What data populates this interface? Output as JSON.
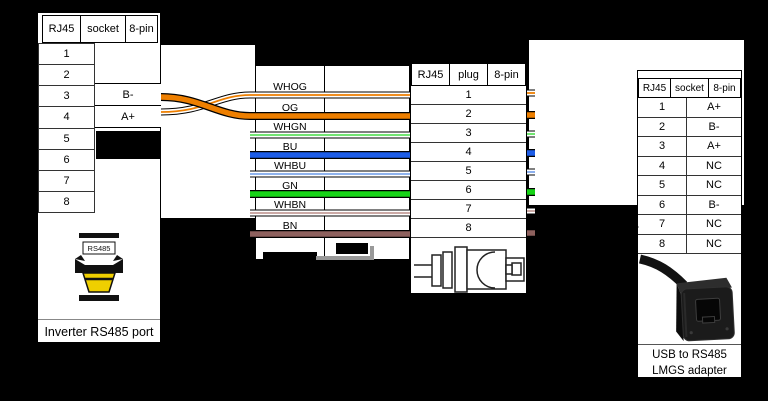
{
  "colors": {
    "background": "#000000",
    "panel": "#ffffff",
    "orange": "#EE7F00",
    "blue": "#1D5DE8",
    "green": "#17D417",
    "green_light": "#5FE35F",
    "blue_light": "#7FA8EC",
    "brown": "#8E615E",
    "brown_light": "#C49E9A",
    "yellow": "#EFCF00",
    "white": "#FFFFFF",
    "black": "#000000",
    "gray": "#999999"
  },
  "inverter": {
    "header": [
      "RJ45",
      "socket",
      "8-pin"
    ],
    "rows": [
      {
        "pin": "1",
        "value": ""
      },
      {
        "pin": "2",
        "value": ""
      },
      {
        "pin": "3",
        "value": "B-"
      },
      {
        "pin": "4",
        "value": "A+"
      },
      {
        "pin": "5",
        "value": ""
      },
      {
        "pin": "6",
        "value": ""
      },
      {
        "pin": "7",
        "value": ""
      },
      {
        "pin": "8",
        "value": ""
      }
    ],
    "port_label": "RS485",
    "caption": "Inverter RS485 port"
  },
  "cable": {
    "wires": [
      {
        "label": "WHOG",
        "type": "striped",
        "color": "orange"
      },
      {
        "label": "OG",
        "type": "solid",
        "color": "orange"
      },
      {
        "label": "WHGN",
        "type": "striped",
        "color": "green_light"
      },
      {
        "label": "BU",
        "type": "solid",
        "color": "blue"
      },
      {
        "label": "WHBU",
        "type": "striped",
        "color": "blue_light"
      },
      {
        "label": "GN",
        "type": "solid",
        "color": "green"
      },
      {
        "label": "WHBN",
        "type": "striped",
        "color": "brown_light"
      },
      {
        "label": "BN",
        "type": "solid",
        "color": "brown"
      }
    ]
  },
  "plug": {
    "header": [
      "RJ45",
      "plug",
      "8-pin"
    ],
    "pins": [
      "1",
      "2",
      "3",
      "4",
      "5",
      "6",
      "7",
      "8"
    ]
  },
  "adapter": {
    "header": [
      "RJ45",
      "socket",
      "8-pin"
    ],
    "rows": [
      {
        "pin": "1",
        "value": "A+"
      },
      {
        "pin": "2",
        "value": "B-"
      },
      {
        "pin": "3",
        "value": "A+"
      },
      {
        "pin": "4",
        "value": "NC"
      },
      {
        "pin": "5",
        "value": "NC"
      },
      {
        "pin": "6",
        "value": "B-"
      },
      {
        "pin": "7",
        "value": "NC"
      },
      {
        "pin": "8",
        "value": "NC"
      }
    ],
    "caption_line1": "USB to RS485",
    "caption_line2": "LMGS adapter"
  }
}
